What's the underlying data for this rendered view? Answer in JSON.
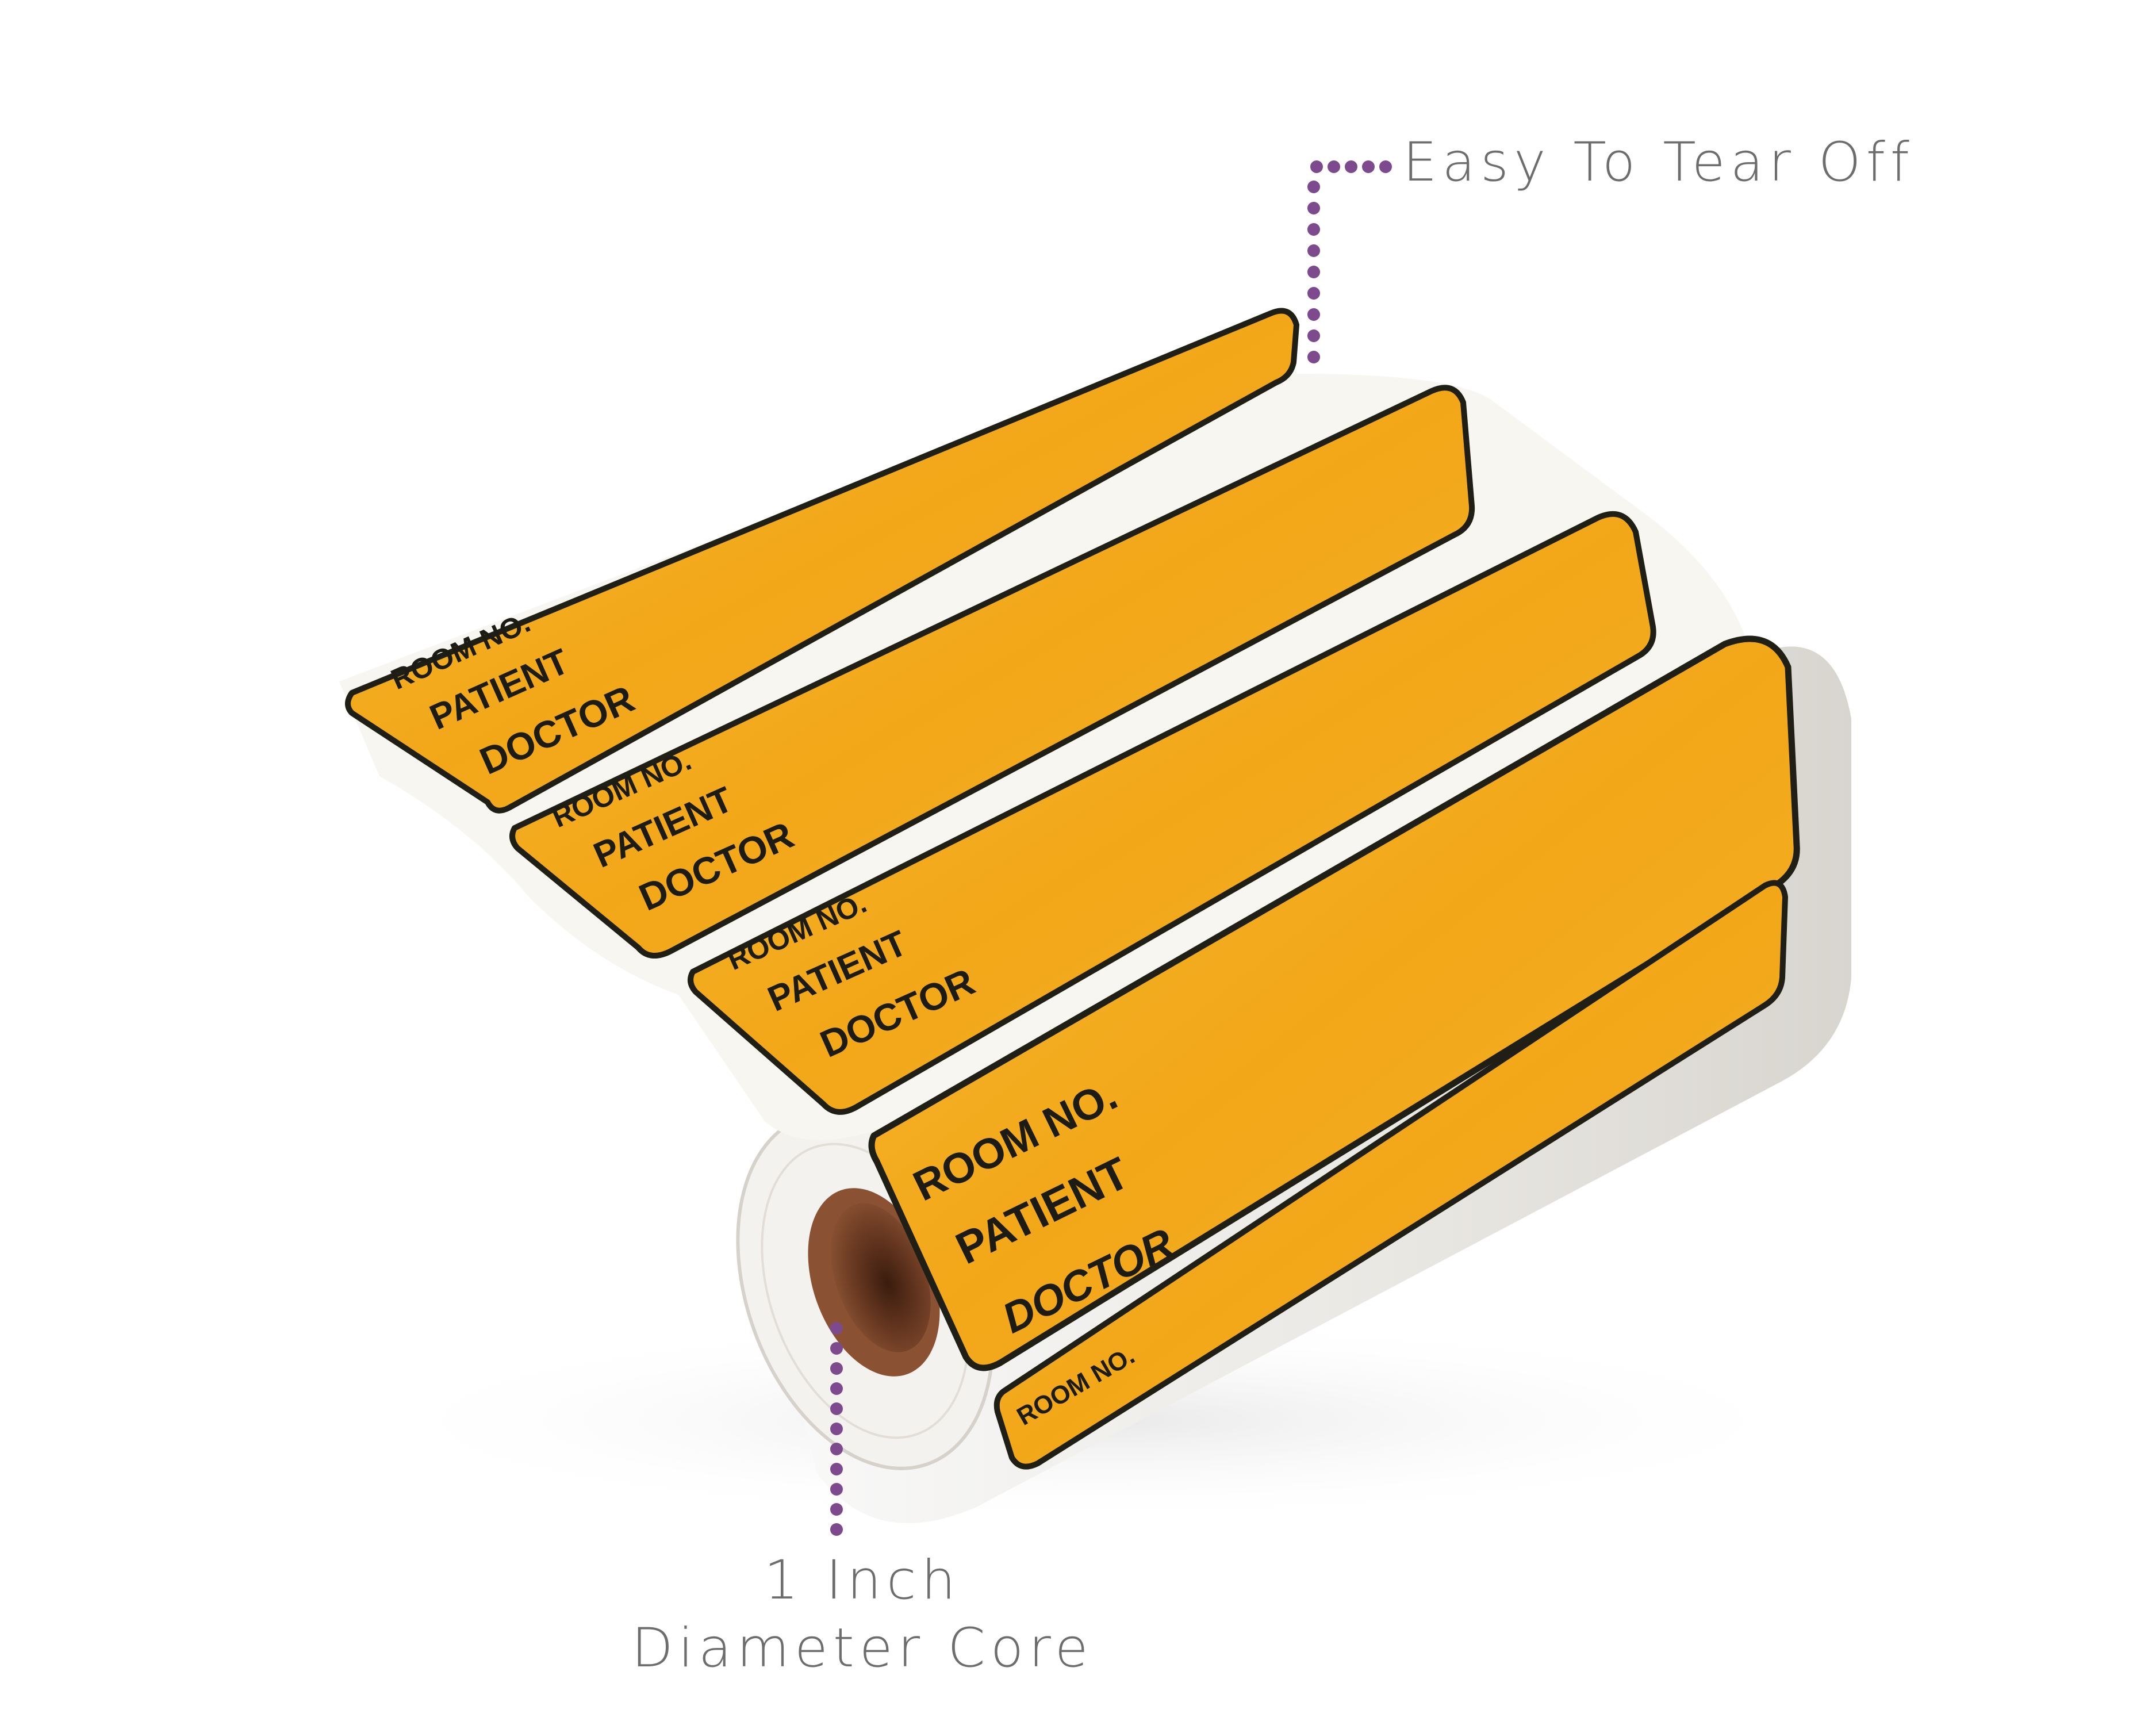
{
  "callouts": {
    "tear_off": "Easy To Tear Off",
    "core_line1": "1 Inch",
    "core_line2": "Diameter Core"
  },
  "label": {
    "room": "ROOM NO.",
    "patient": "PATIENT",
    "doctor": "DOCTOR",
    "partial": "ROOM NO."
  },
  "colors": {
    "label_fill": "#f4ad22",
    "label_border": "#1f1f16",
    "backing": "#f7f4ee",
    "core": "#6b3a22",
    "callout_dots": "#7e4a8e",
    "callout_text": "#6d6d6d"
  }
}
